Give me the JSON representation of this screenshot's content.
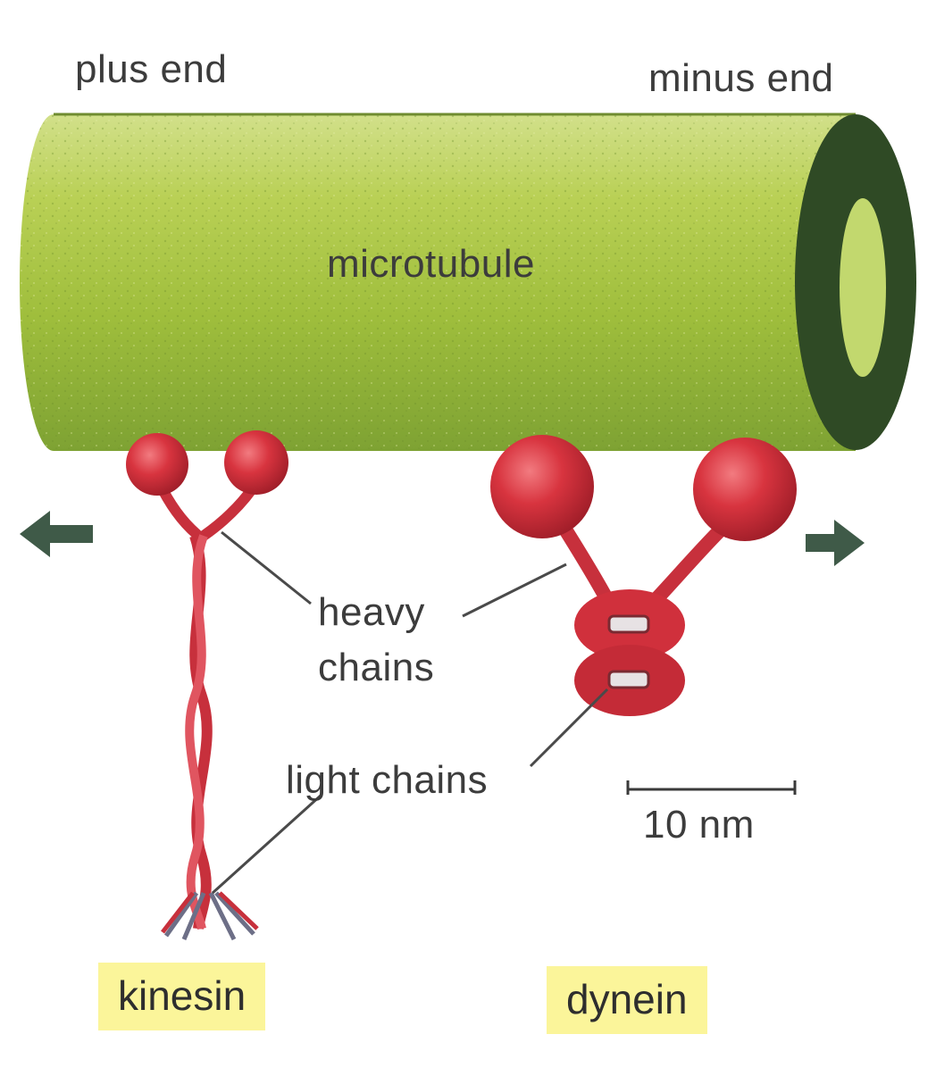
{
  "labels": {
    "plus_end": "plus end",
    "minus_end": "minus end",
    "microtubule": "microtubule",
    "heavy_chains_line1": "heavy",
    "heavy_chains_line2": "chains",
    "light_chains": "light chains",
    "scale_bar": "10 nm",
    "kinesin": "kinesin",
    "dynein": "dynein"
  },
  "colors": {
    "microtubule": "#a9c53e",
    "microtubule_dark": "#2f4a25",
    "motor_red": "#cf2e3a",
    "arrow_green": "#3f5a48",
    "tag_yellow": "#fbf59a",
    "text": "#3c3c3c"
  },
  "icons": {
    "left_arrow": "arrow-left-icon",
    "right_arrow": "arrow-right-icon"
  }
}
